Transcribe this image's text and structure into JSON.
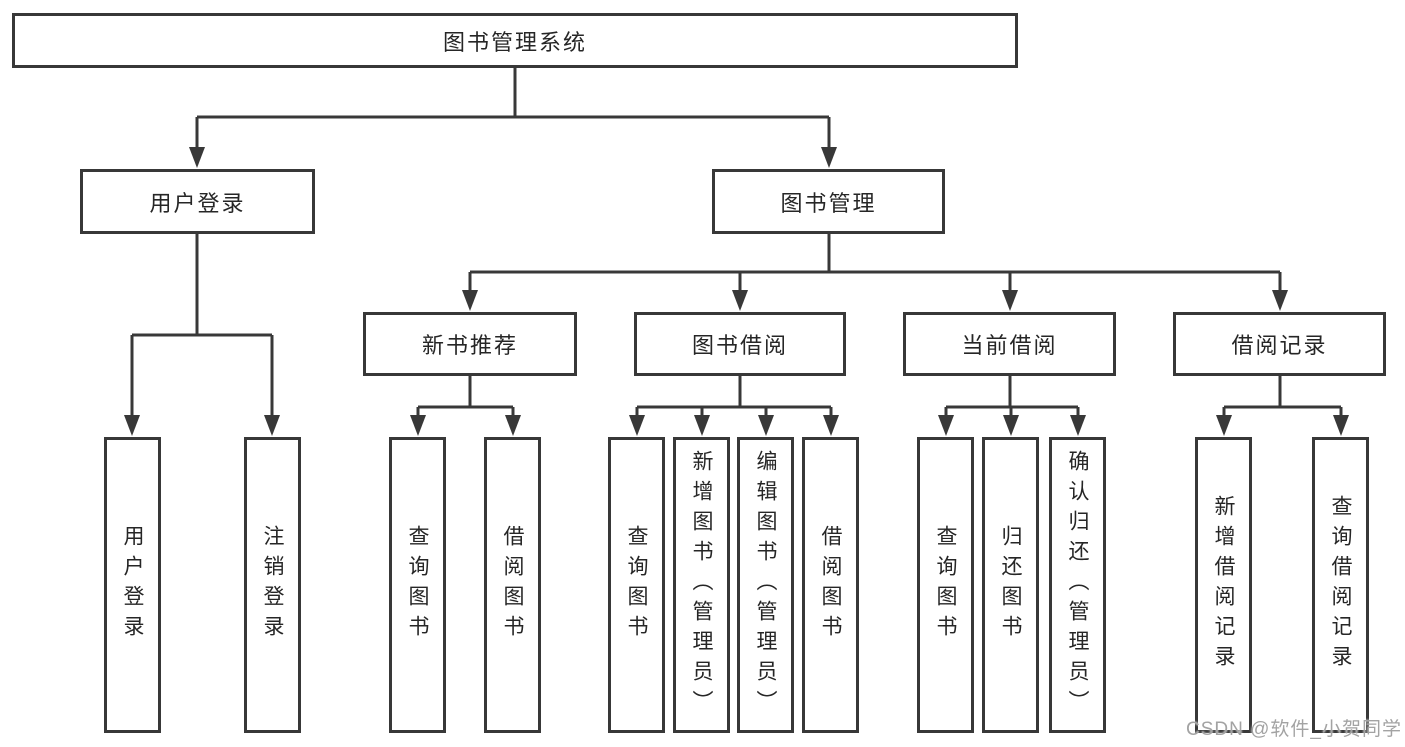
{
  "watermark": "CSDN @软件_小贺同学",
  "colors": {
    "line": "#383838",
    "text": "#262626",
    "background": "#ffffff",
    "watermark": "#a3a3a3"
  },
  "tree": {
    "root": "图书管理系统",
    "branches": [
      {
        "label": "用户登录",
        "children": [
          {
            "label": "用户登录"
          },
          {
            "label": "注销登录"
          }
        ]
      },
      {
        "label": "图书管理",
        "children": [
          {
            "label": "新书推荐",
            "children": [
              {
                "label": "查询图书"
              },
              {
                "label": "借阅图书"
              }
            ]
          },
          {
            "label": "图书借阅",
            "children": [
              {
                "label": "查询图书"
              },
              {
                "label": "新增图书（管理员）"
              },
              {
                "label": "编辑图书（管理员）"
              },
              {
                "label": "借阅图书"
              }
            ]
          },
          {
            "label": "当前借阅",
            "children": [
              {
                "label": "查询图书"
              },
              {
                "label": "归还图书"
              },
              {
                "label": "确认归还（管理员）"
              }
            ]
          },
          {
            "label": "借阅记录",
            "children": [
              {
                "label": "新增借阅记录"
              },
              {
                "label": "查询借阅记录"
              }
            ]
          }
        ]
      }
    ]
  }
}
